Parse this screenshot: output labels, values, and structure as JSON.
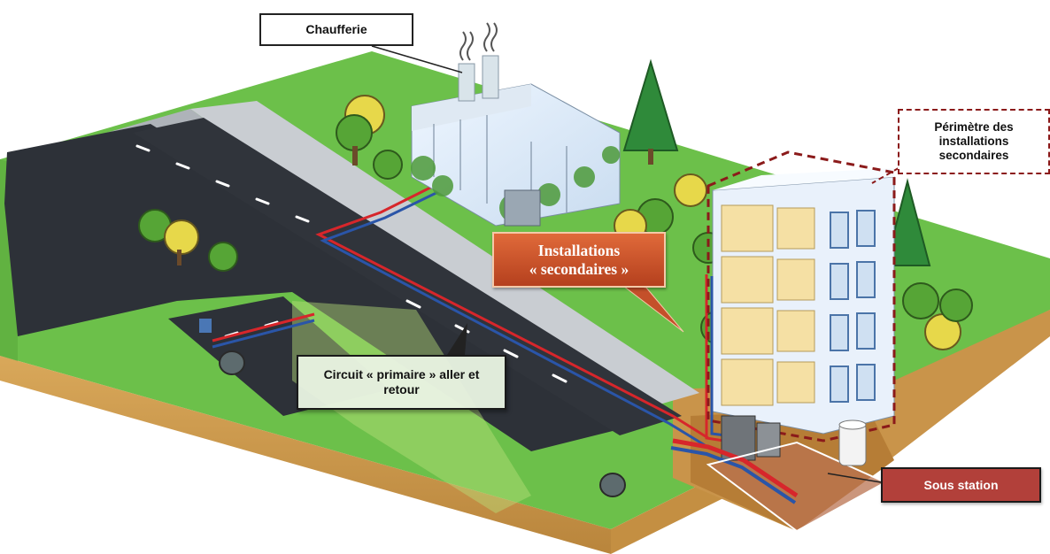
{
  "labels": {
    "chaufferie": "Chaufferie",
    "perimetre": "Périmètre des installations secondaires",
    "installations_line1": "Installations",
    "installations_line2": "« secondaires »",
    "circuit": "Circuit « primaire » aller et retour",
    "sous_station": "Sous station"
  },
  "colors": {
    "grass": "#6cc04a",
    "road": "#2d3138",
    "supply_pipe": "#d7262b",
    "return_pipe": "#2a55a8",
    "perimeter_dash": "#8b1a1a",
    "installations_fill": "#c4502a",
    "sous_station_fill": "#b2403a"
  },
  "icons": [
    "chimney-smoke-icon",
    "tree-icon",
    "building-icon",
    "water-tank-icon",
    "pipe-icon"
  ]
}
